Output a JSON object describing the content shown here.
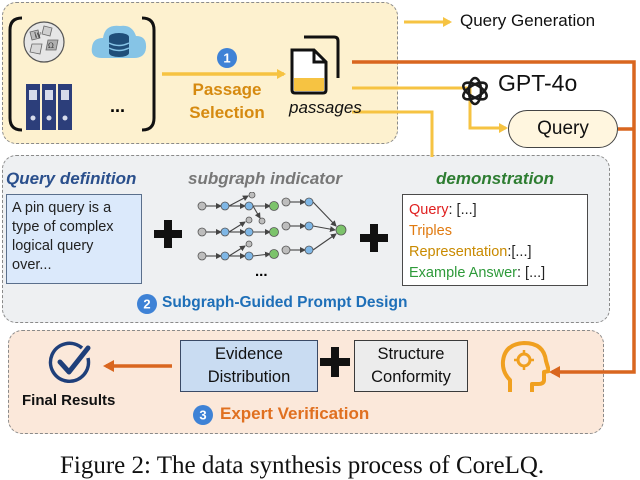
{
  "legend": {
    "label": "Query Generation"
  },
  "model": {
    "name": "GPT-4o"
  },
  "query_node": {
    "label": "Query"
  },
  "step1": {
    "number": "1",
    "label_line1": "Passage",
    "label_line2": "Selection"
  },
  "passages": {
    "label": "passages"
  },
  "sources": {
    "ellipsis": "..."
  },
  "query_definition": {
    "title": "Query definition",
    "lines": [
      "A pin query is a",
      "type of complex",
      "logical query",
      "over..."
    ]
  },
  "subgraph": {
    "title": "subgraph indicator",
    "ellipsis": "..."
  },
  "demonstration": {
    "title": "demonstration",
    "query_key": "Query",
    "query_value": ": [...]",
    "triples": "Triples",
    "representation_key": "Representation",
    "representation_value": ":[...]",
    "example_key": "Example Answer",
    "example_value": ": [...]"
  },
  "step2": {
    "number": "2",
    "label": "Subgraph-Guided Prompt Design"
  },
  "evidence": {
    "line1": "Evidence",
    "line2": "Distribution"
  },
  "structure": {
    "line1": "Structure",
    "line2": "Conformity"
  },
  "final": {
    "label": "Final Results"
  },
  "step3": {
    "number": "3",
    "label": "Expert Verification"
  },
  "caption": {
    "text": "Figure 2: The data synthesis process of CoreLQ."
  },
  "colors": {
    "yellow_arrow": "#f6c342",
    "orange_arrow": "#d9661f",
    "step_blue": "#3e82d6",
    "query_def_title": "#2a4f8c",
    "demo_title": "#2e7d32",
    "demo_query": "#e02020",
    "demo_triples": "#e07a10",
    "demo_repr": "#c98a00",
    "demo_example": "#2e9a3a",
    "step2_text": "#1e6fb8",
    "step3_text": "#e07020"
  }
}
